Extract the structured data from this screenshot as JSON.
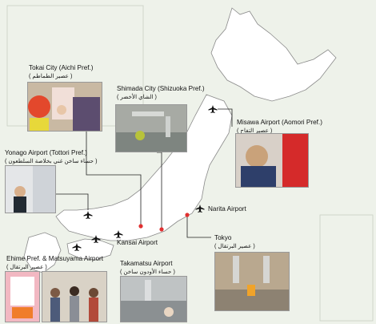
{
  "colors": {
    "sea": "#eef2ea",
    "land": "#ffffff",
    "coast": "#8a8a8a",
    "pointer": "#222222",
    "marker": "#e03030"
  },
  "locations": [
    {
      "id": "tokai",
      "name": "Tokai City (Aichi Pref.)",
      "arabic": "( عصير الطماطم )"
    },
    {
      "id": "shimada",
      "name": "Shimada City (Shizuoka Pref.)",
      "arabic": "( الشاي الأخضر )"
    },
    {
      "id": "misawa",
      "name": "Misawa Airport (Aomori Pref.)",
      "arabic": "( عصير التفاح )"
    },
    {
      "id": "yonago",
      "name": "Yonago Airport (Tottori Pref.)",
      "arabic": "( حساء ساخن غني بخلاصة السلطعون )"
    },
    {
      "id": "narita",
      "name": "Narita Airport",
      "arabic": ""
    },
    {
      "id": "kansai",
      "name": "Kansai Airport",
      "arabic": ""
    },
    {
      "id": "tokyo",
      "name": "Tokyo",
      "arabic": "( عصير البرتقال )"
    },
    {
      "id": "ehime",
      "name": "Ehime Pref. & Matsuyama Airport",
      "arabic": "( عصير البرتقال )"
    },
    {
      "id": "takamatsu",
      "name": "Takamatsu Airport",
      "arabic": "( حساء الأودون ساخن )"
    }
  ],
  "icons": {
    "airport": "airplane-icon",
    "city": "location-dot-icon"
  }
}
